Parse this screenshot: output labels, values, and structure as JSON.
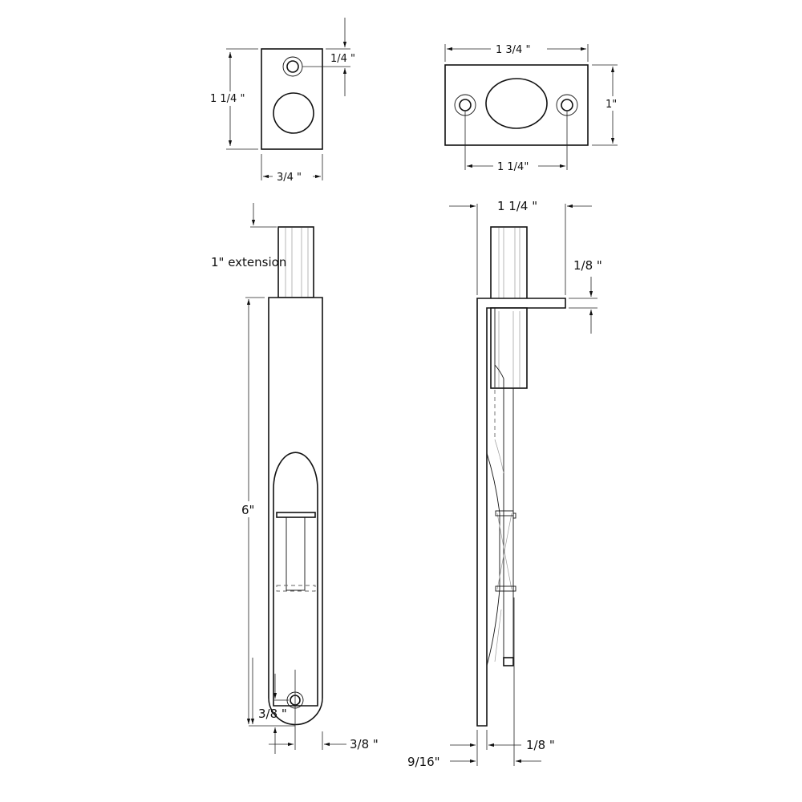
{
  "drawing": {
    "title": "Flush bolt technical drawing",
    "colors": {
      "line": "#111111",
      "background": "#ffffff",
      "hatch": "#999999"
    }
  },
  "views": {
    "strike_plate_small": {
      "height_label": "1 1/4 \"",
      "width_label": "3/4 \"",
      "hole_offset_label": "1/4 \""
    },
    "strike_plate_wide": {
      "width_label": "1 3/4 \"",
      "height_label": "1\"",
      "hole_spacing_label": "1 1/4\""
    },
    "bolt_front": {
      "extension_label": "1\" extension",
      "length_label": "6\"",
      "hole_bottom_label": "3/8 \"",
      "hole_side_label": "3/8 \""
    },
    "bolt_side": {
      "face_width_label": "1 1/4 \"",
      "face_thickness_label": "1/8 \"",
      "body_depth_label": "9/16\"",
      "plate_thickness_label": "1/8 \""
    }
  }
}
